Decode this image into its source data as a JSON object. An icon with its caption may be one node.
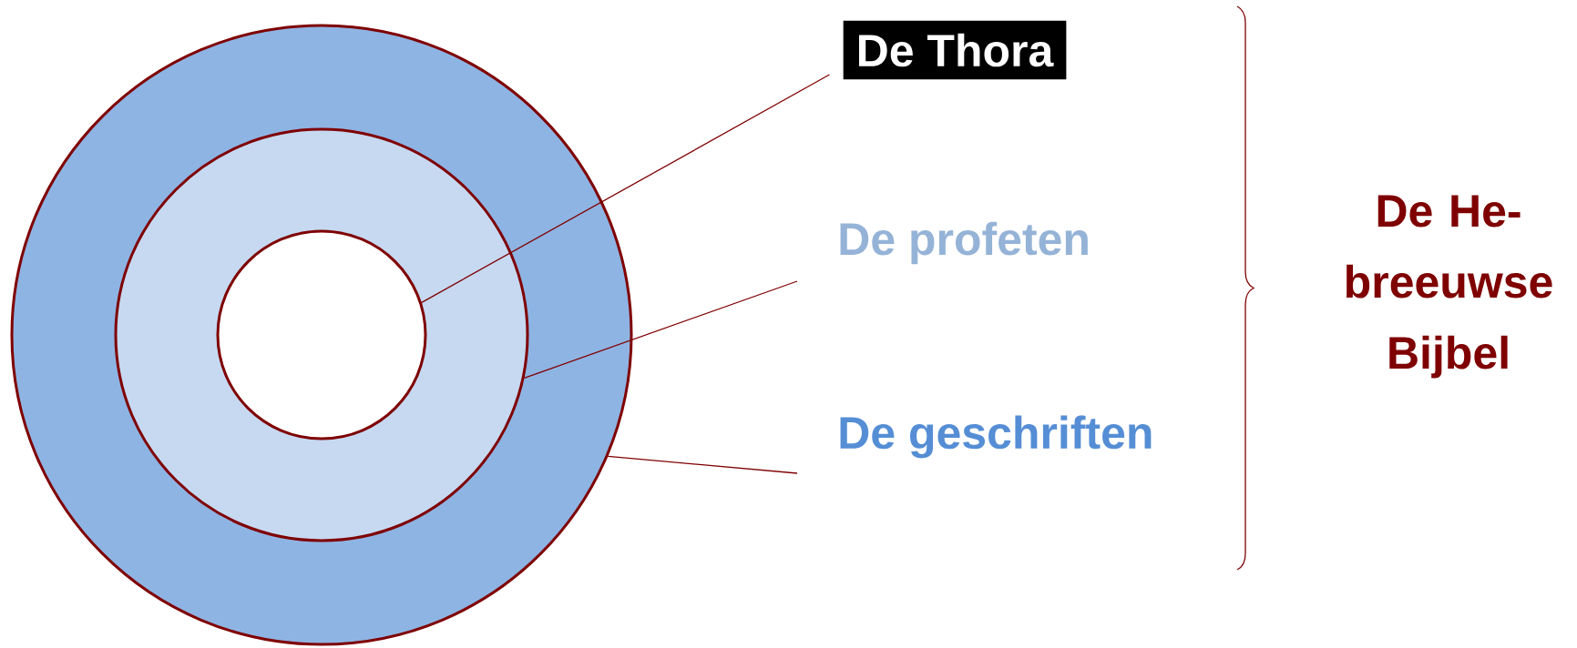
{
  "diagram": {
    "nodes": [
      {
        "text": [],
        "shape": "circle"
      },
      {
        "text": [],
        "shape": "circle",
        "in": 0
      },
      {
        "text": [],
        "shape": "circle",
        "in": 1
      },
      {
        "text": [
          "De Thora"
        ]
      },
      {
        "text": [
          "De profeten"
        ]
      },
      {
        "text": [
          "De geschriften"
        ]
      }
    ],
    "edges": [
      {
        "from": 3,
        "to": 2,
        "arrow": "none"
      },
      {
        "from": 4,
        "to": 1,
        "arrow": "none"
      },
      {
        "from": 5,
        "to": 0,
        "arrow": "none"
      }
    ],
    "labels": [
      "De He- breeuwse Bijbel"
    ]
  }
}
